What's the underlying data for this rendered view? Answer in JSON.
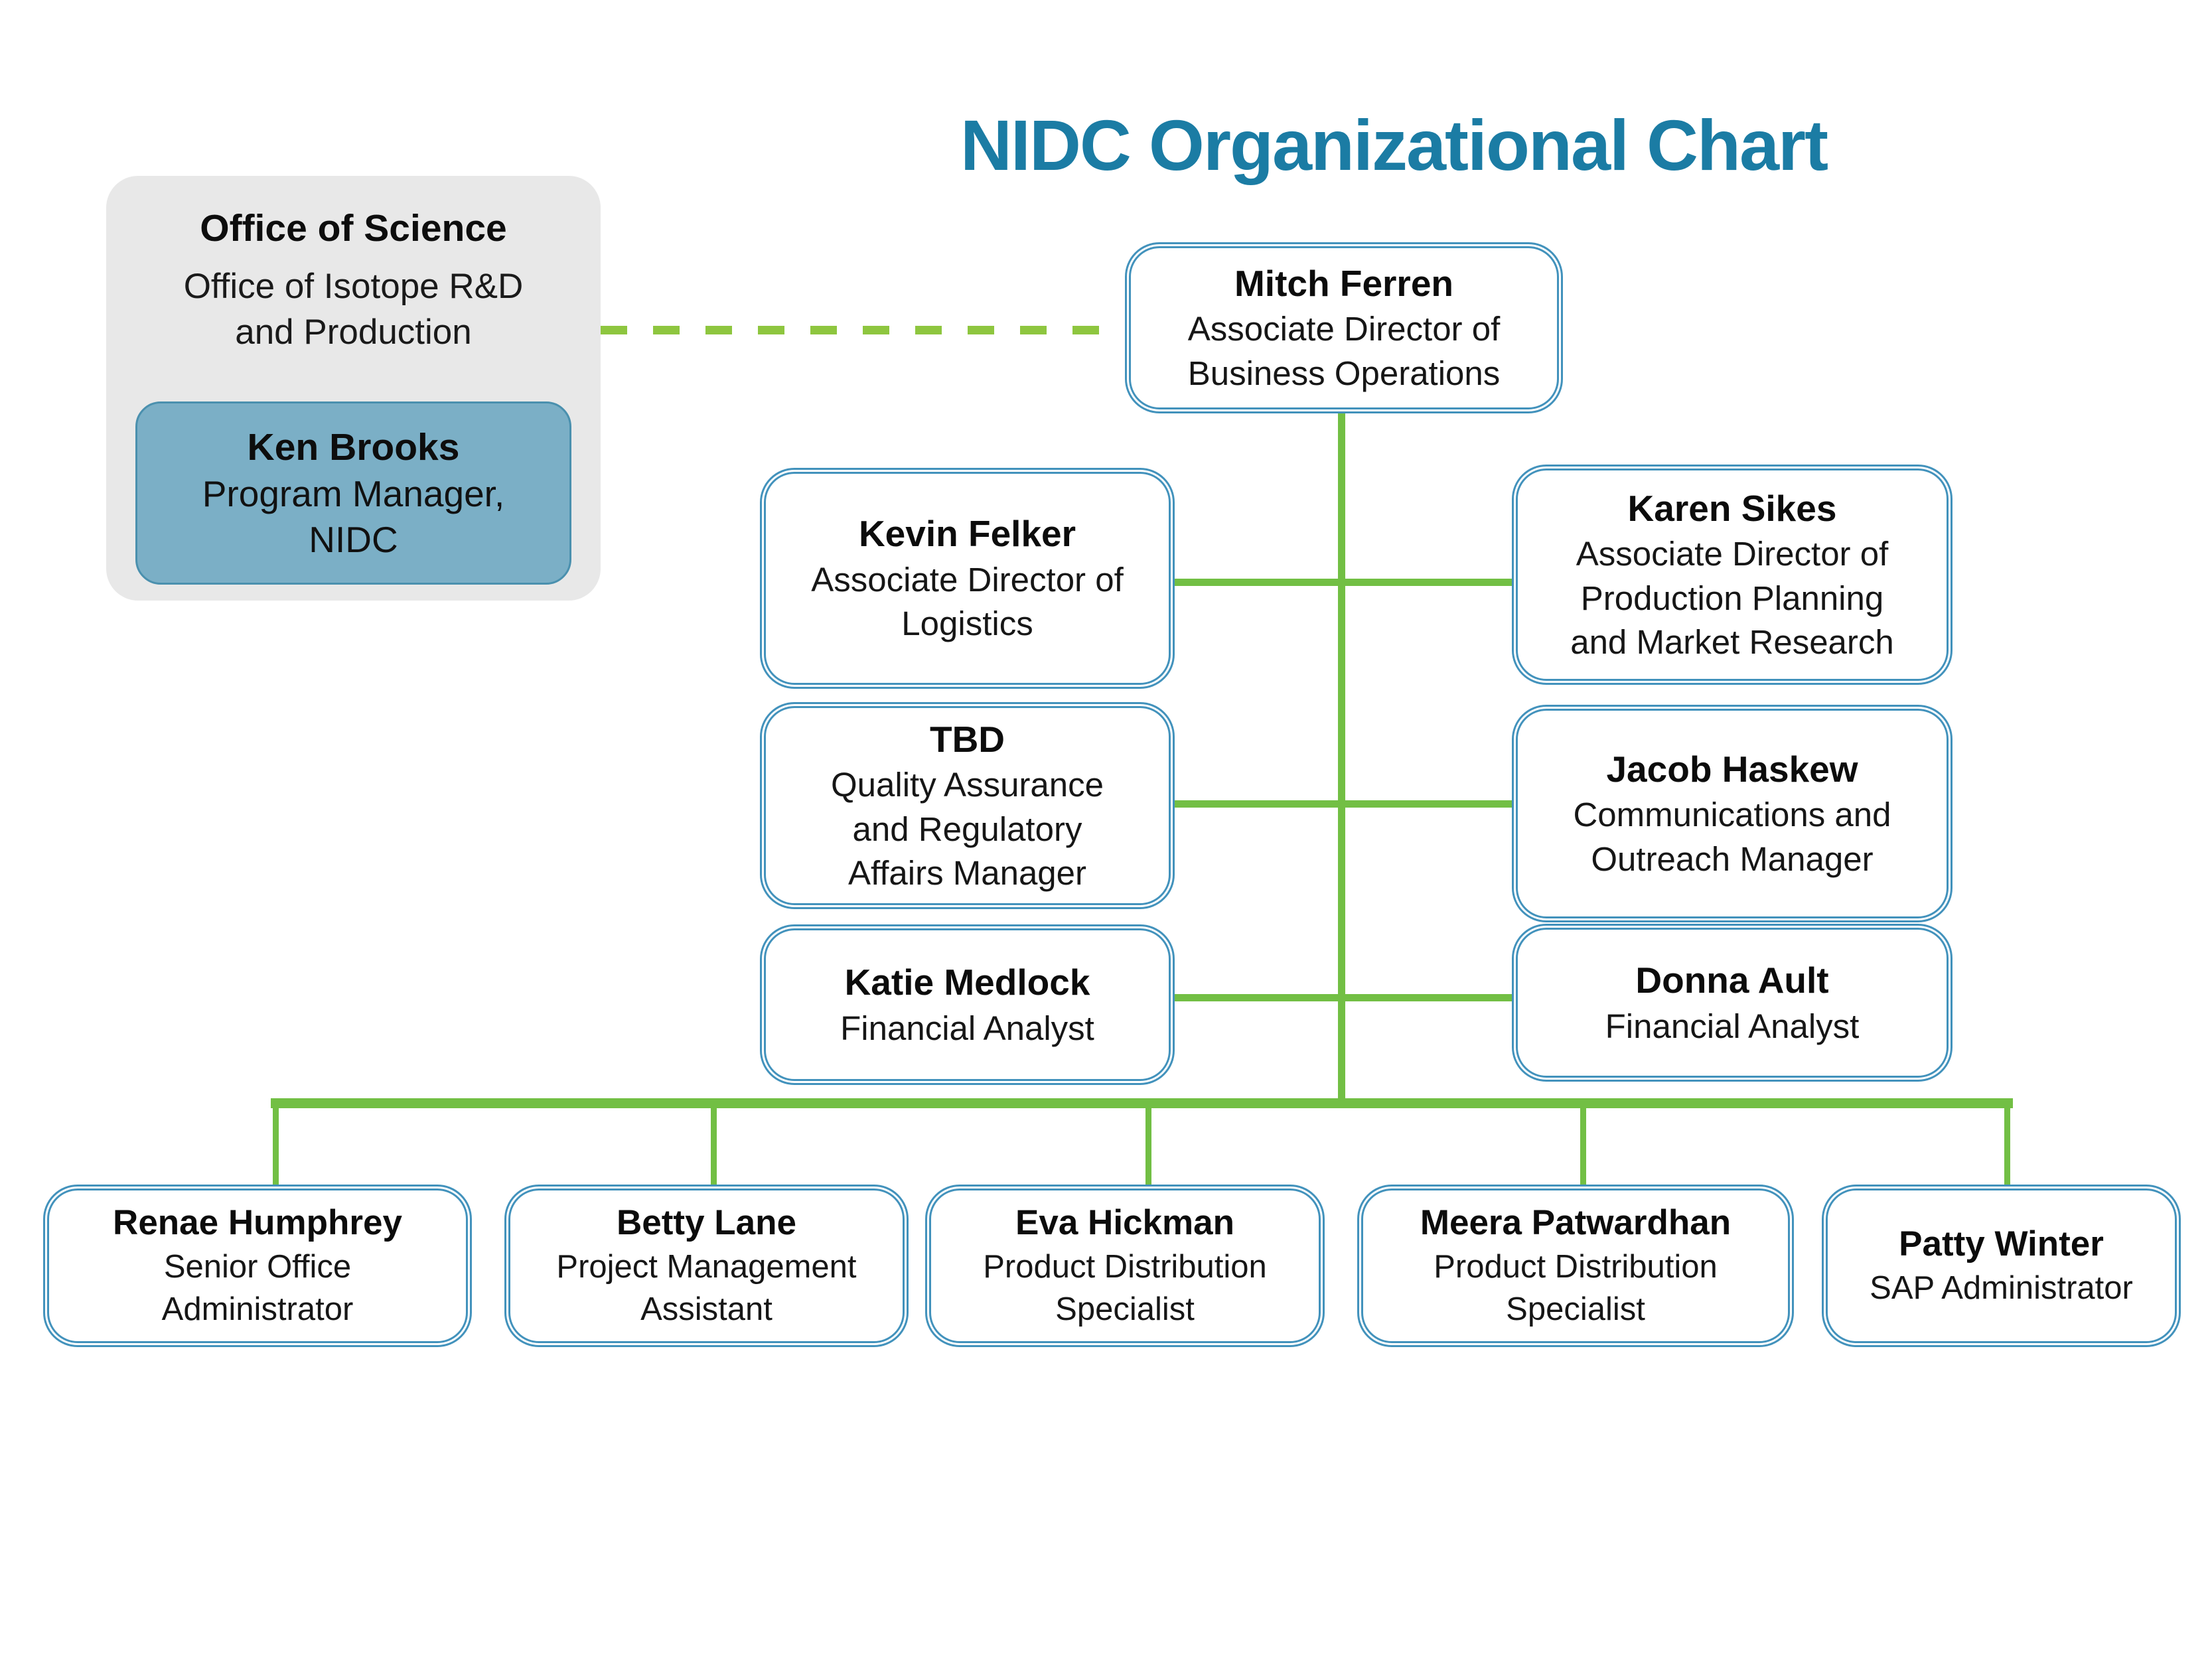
{
  "title": "NIDC Organizational Chart",
  "office": {
    "heading": "Office of Science",
    "subheading": "Office of Isotope R&D\nand Production",
    "manager_name": "Ken Brooks",
    "manager_title": "Program Manager,\nNIDC"
  },
  "nodes": {
    "mitch": {
      "name": "Mitch Ferren",
      "title": "Associate Director of\nBusiness Operations"
    },
    "kevin": {
      "name": "Kevin Felker",
      "title": "Associate Director of\nLogistics"
    },
    "tbd": {
      "name": "TBD",
      "title": "Quality Assurance\nand Regulatory\nAffairs Manager"
    },
    "katie": {
      "name": "Katie Medlock",
      "title": "Financial Analyst"
    },
    "karen": {
      "name": "Karen Sikes",
      "title": "Associate Director of\nProduction Planning\nand Market Research"
    },
    "jacob": {
      "name": "Jacob Haskew",
      "title": "Communications and\nOutreach Manager"
    },
    "donna": {
      "name": "Donna Ault",
      "title": "Financial Analyst"
    },
    "renae": {
      "name": "Renae Humphrey",
      "title": "Senior Office\nAdministrator"
    },
    "betty": {
      "name": "Betty Lane",
      "title": "Project Management\nAssistant"
    },
    "eva": {
      "name": "Eva Hickman",
      "title": "Product Distribution\nSpecialist"
    },
    "meera": {
      "name": "Meera Patwardhan",
      "title": "Product Distribution\nSpecialist"
    },
    "patty": {
      "name": "Patty Winter",
      "title": "SAP Administrator"
    }
  },
  "colors": {
    "title_text": "#1B7CA4",
    "node_border_blue": "#4292BC",
    "solid_line_green": "#72BF44",
    "dashed_line_green": "#8EC63F",
    "office_box_bg": "#E8E8E8",
    "manager_box_bg": "#7BAFC6"
  }
}
